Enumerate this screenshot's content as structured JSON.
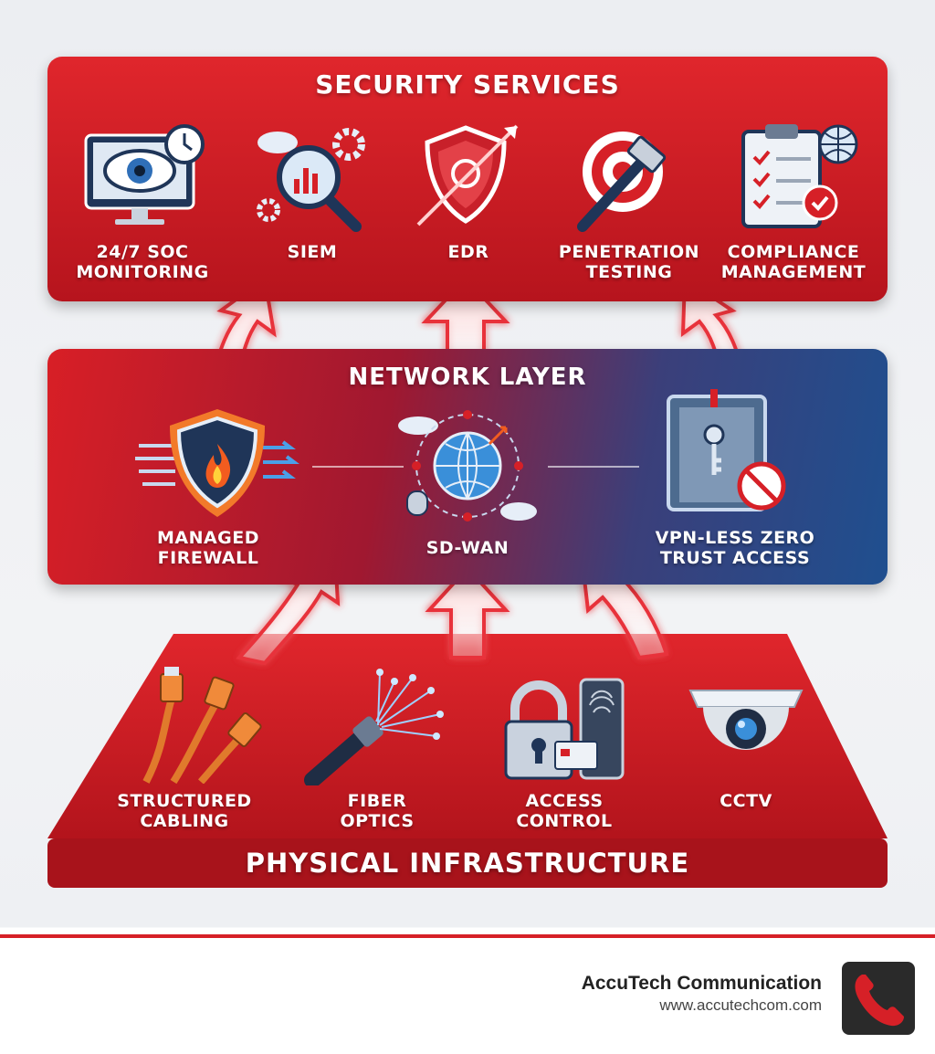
{
  "security": {
    "title": "SECURITY SERVICES",
    "items": [
      {
        "label": "24/7 SOC\nMONITORING",
        "icon": "monitor-eye-clock-icon"
      },
      {
        "label": "SIEM",
        "icon": "magnifier-chart-gears-icon"
      },
      {
        "label": "EDR",
        "icon": "shield-arrow-icon"
      },
      {
        "label": "PENETRATION\nTESTING",
        "icon": "target-hammer-icon"
      },
      {
        "label": "COMPLIANCE\nMANAGEMENT",
        "icon": "clipboard-badge-globe-icon"
      }
    ]
  },
  "network": {
    "title": "NETWORK LAYER",
    "items": [
      {
        "label": "MANAGED\nFIREWALL",
        "icon": "shield-fire-icon"
      },
      {
        "label": "SD-WAN",
        "icon": "globe-network-icon"
      },
      {
        "label": "VPN-LESS ZERO\nTRUST ACCESS",
        "icon": "door-key-no-vpn-icon"
      }
    ]
  },
  "physical": {
    "title": "PHYSICAL INFRASTRUCTURE",
    "items": [
      {
        "label": "STRUCTURED\nCABLING",
        "icon": "ethernet-cables-icon"
      },
      {
        "label": "FIBER\nOPTICS",
        "icon": "fiber-optic-icon"
      },
      {
        "label": "ACCESS\nCONTROL",
        "icon": "padlock-card-fingerprint-icon"
      },
      {
        "label": "CCTV",
        "icon": "dome-camera-icon"
      }
    ]
  },
  "footer": {
    "company": "AccuTech Communication",
    "url": "www.accutechcom.com",
    "logo_icon": "phone-handset-icon"
  },
  "colors": {
    "red": "#d62027",
    "dark_red": "#b6141d",
    "blue": "#1f4f8f"
  }
}
